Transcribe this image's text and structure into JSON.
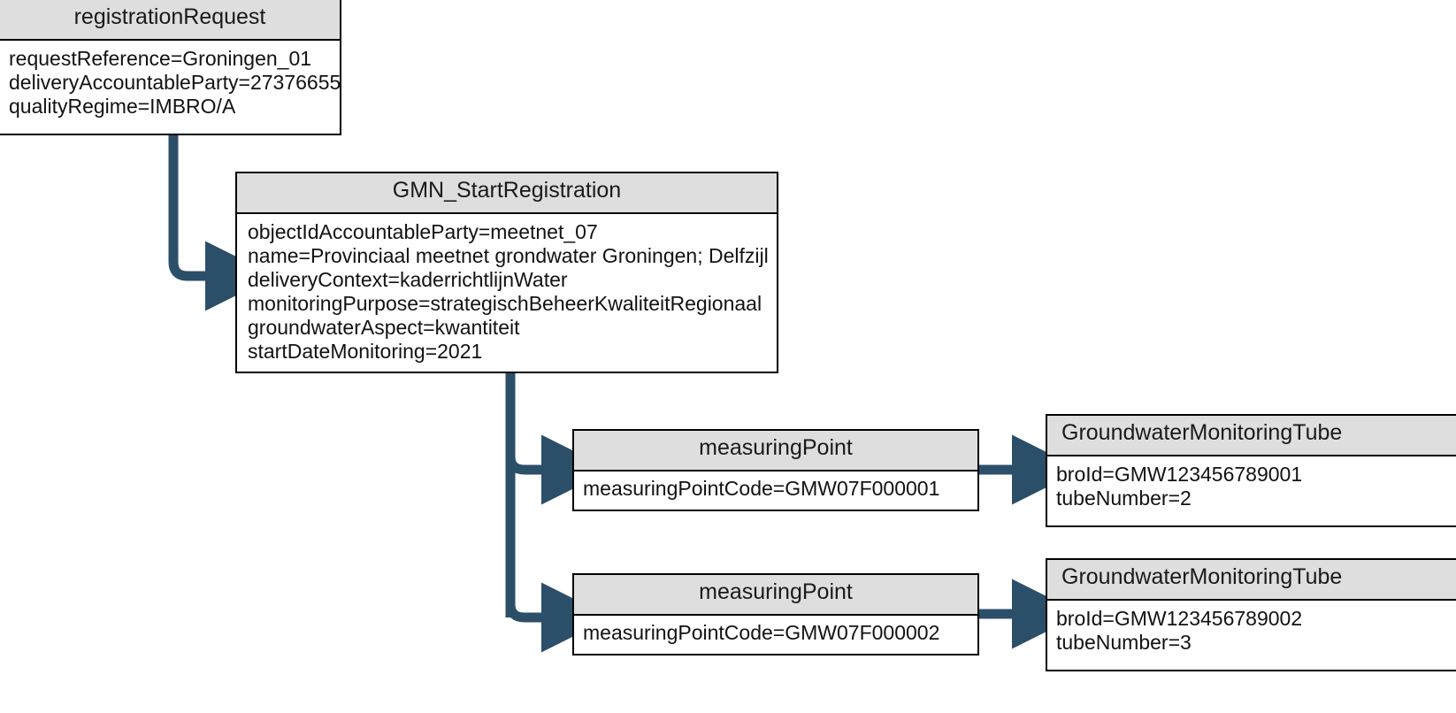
{
  "diagram": {
    "type": "uml-object-diagram",
    "background_color": "#ffffff",
    "connector_color": "#2c4f69",
    "box_border_color": "#000000",
    "box_header_fill": "#dedede",
    "box_body_fill": "#ffffff"
  },
  "boxes": [
    {
      "id": "registrationRequest",
      "title": "registrationRequest",
      "attributes": [
        "requestReference=Groningen_01",
        "deliveryAccountableParty=27376655",
        "qualityRegime=IMBRO/A"
      ]
    },
    {
      "id": "gmnStartRegistration",
      "title": "GMN_StartRegistration",
      "attributes": [
        "objectIdAccountableParty=meetnet_07",
        "name=Provinciaal meetnet grondwater Groningen; Delfzijl",
        "deliveryContext=kaderrichtlijnWater",
        "monitoringPurpose=strategischBeheerKwaliteitRegionaal",
        "groundwaterAspect=kwantiteit",
        "startDateMonitoring=2021"
      ]
    },
    {
      "id": "measuringPoint1",
      "title": "measuringPoint",
      "attributes": [
        "measuringPointCode=GMW07F000001"
      ]
    },
    {
      "id": "tube1",
      "title": "GroundwaterMonitoringTube",
      "attributes": [
        "broId=GMW123456789001",
        "tubeNumber=2"
      ]
    },
    {
      "id": "measuringPoint2",
      "title": "measuringPoint",
      "attributes": [
        "measuringPointCode=GMW07F000002"
      ]
    },
    {
      "id": "tube2",
      "title": "GroundwaterMonitoringTube",
      "attributes": [
        "broId=GMW123456789002",
        "tubeNumber=3"
      ]
    }
  ],
  "connectors": [
    {
      "id": "req-to-gmn",
      "from": "registrationRequest",
      "to": "gmnStartRegistration",
      "style": "elbow-arrow"
    },
    {
      "id": "gmn-to-mp1",
      "from": "gmnStartRegistration",
      "to": "measuringPoint1",
      "style": "elbow-arrow"
    },
    {
      "id": "gmn-to-mp2",
      "from": "gmnStartRegistration",
      "to": "measuringPoint2",
      "style": "elbow-arrow"
    },
    {
      "id": "mp1-to-tube1",
      "from": "measuringPoint1",
      "to": "tube1",
      "style": "straight-arrow"
    },
    {
      "id": "mp2-to-tube2",
      "from": "measuringPoint2",
      "to": "tube2",
      "style": "straight-arrow"
    }
  ]
}
